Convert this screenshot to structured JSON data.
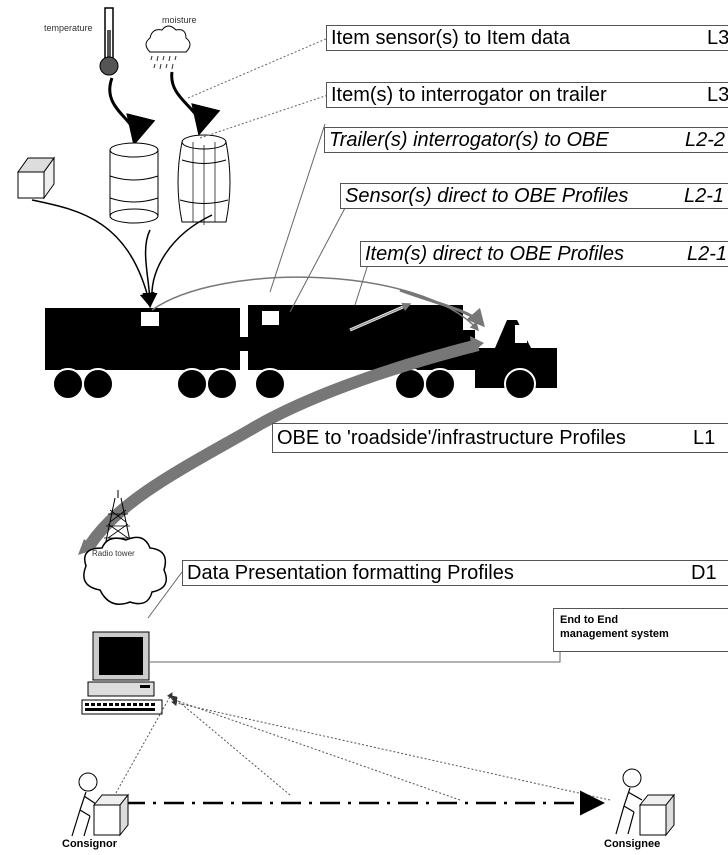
{
  "labels": {
    "item_sensor": {
      "text": "Item sensor(s) to Item data",
      "code": "L3"
    },
    "item_interrogator": {
      "text": "Item(s) to interrogator on trailer",
      "code": "L3"
    },
    "trailer_obe": {
      "text": "Trailer(s) interrogator(s) to OBE",
      "code": "L2-2"
    },
    "sensor_direct": {
      "text": "Sensor(s) direct to OBE Profiles",
      "code": "L2-1"
    },
    "item_direct": {
      "text": "Item(s) direct to OBE Profiles",
      "code": "L2-1"
    },
    "obe_roadside": {
      "text": "OBE to 'roadside'/infrastructure Profiles",
      "code": "L1"
    },
    "data_presentation": {
      "text": "Data Presentation formatting Profiles",
      "code": "D1"
    }
  },
  "end_to_end": {
    "line1": "End to End",
    "line2": "management system"
  },
  "icons": {
    "temperature": "temperature",
    "moisture": "moisture",
    "radio_tower": "Radio tower"
  },
  "parties": {
    "consignor": "Consignor",
    "consignee": "Consignee"
  }
}
